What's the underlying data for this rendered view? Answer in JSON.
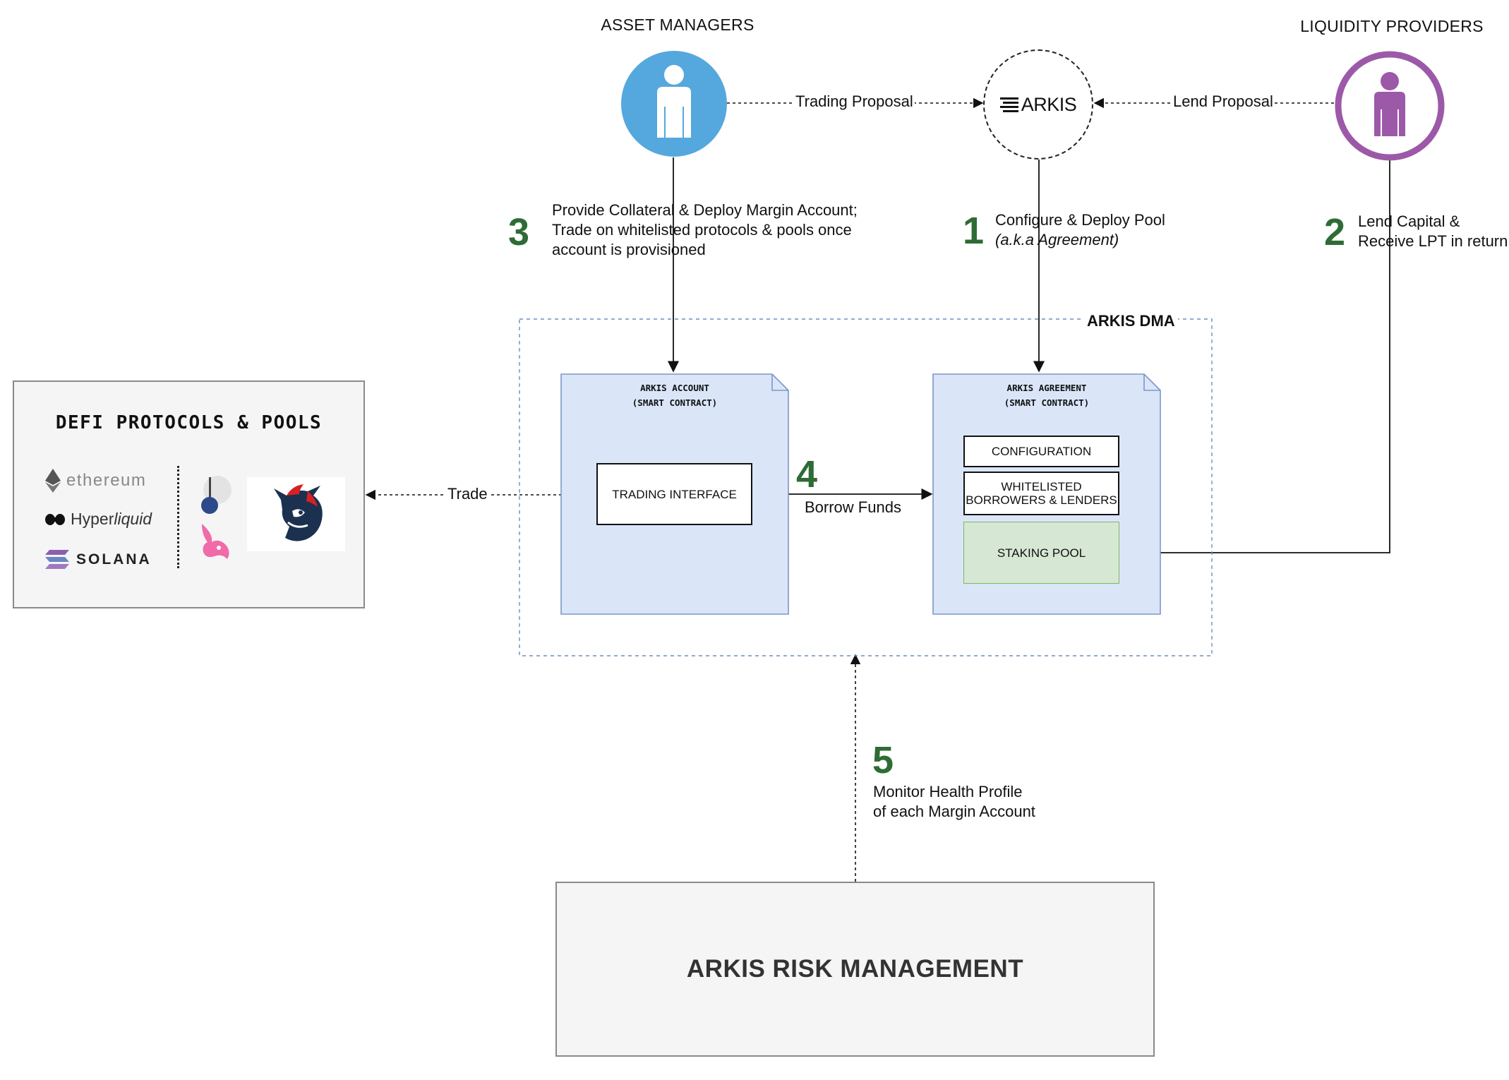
{
  "actors": {
    "asset_managers": "ASSET MANAGERS",
    "liquidity_providers": "LIQUIDITY PROVIDERS",
    "arkis_logo_text": "ARKIS"
  },
  "edges": {
    "trading_proposal": "Trading Proposal",
    "lend_proposal": "Lend Proposal",
    "trade": "Trade",
    "borrow_funds": "Borrow Funds"
  },
  "steps": [
    {
      "number": "3",
      "lines": [
        "Provide Collateral & Deploy Margin Account;",
        "Trade on whitelisted protocols & pools once",
        "account is provisioned"
      ]
    },
    {
      "number": "1",
      "lines": [
        "Configure & Deploy Pool",
        "(a.k.a Agreement)"
      ]
    },
    {
      "number": "2",
      "lines": [
        "Lend Capital &",
        "Receive LPT in return"
      ]
    },
    {
      "number": "4",
      "lines": [
        "Borrow Funds"
      ]
    },
    {
      "number": "5",
      "lines": [
        "Monitor Health Profile",
        "of each Margin Account"
      ]
    }
  ],
  "dma": {
    "title": "ARKIS DMA",
    "account": {
      "title_line1": "ARKIS ACCOUNT",
      "title_line2": "(SMART CONTRACT)",
      "trading_interface": "TRADING INTERFACE"
    },
    "agreement": {
      "title_line1": "ARKIS AGREEMENT",
      "title_line2": "(SMART CONTRACT)",
      "configuration": "CONFIGURATION",
      "whitelisted_line1": "WHITELISTED",
      "whitelisted_line2": "BORROWERS & LENDERS",
      "staking_pool": "STAKING POOL"
    }
  },
  "defi": {
    "title": "DEFI PROTOCOLS & POOLS",
    "chains": [
      "ethereum",
      "Hyper",
      "liquid",
      "SOLANA"
    ],
    "protocol_icons": [
      "morpho-icon",
      "uniswap-icon",
      "1inch-icon"
    ]
  },
  "risk_management": "ARKIS RISK MANAGEMENT",
  "colors": {
    "asset_manager_blue": "#55a8de",
    "liquidity_provider_purple": "#9c59a8",
    "step_green": "#2e6b35",
    "smart_contract_fill": "#dae6f8",
    "smart_contract_border": "#7d97c9",
    "staking_pool_fill": "#d6e8d4",
    "staking_pool_border": "#82b366",
    "dma_border": "#6c8ebf"
  }
}
